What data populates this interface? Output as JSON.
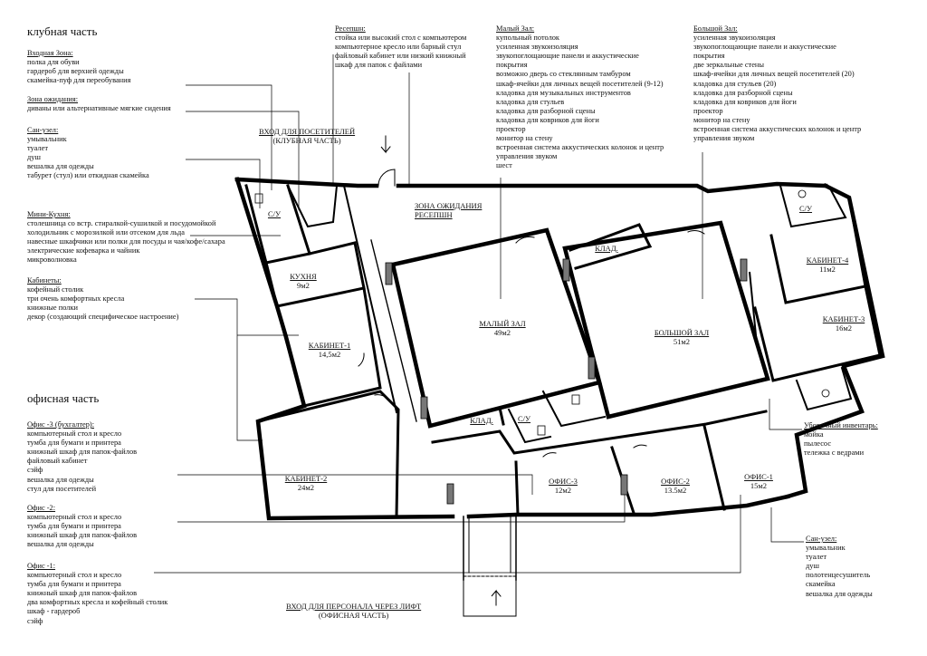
{
  "headings": {
    "club": "клубная часть",
    "office": "офисная часть"
  },
  "legend": {
    "entrance": {
      "title": "Входная Зона:",
      "items": [
        "полка для обуви",
        "гардероб для верхней одежды",
        "скамейка-пуф для переобувания"
      ]
    },
    "waiting": {
      "title": "Зона ожидания:",
      "items": [
        "диваны или альтернативные мягкие сидения"
      ]
    },
    "wc_club": {
      "title": "Сан-узел:",
      "items": [
        "умывальник",
        "туалет",
        "душ",
        "вешалка для одежды",
        "табурет (стул) или откидная скамейка"
      ]
    },
    "kitchen": {
      "title": "Мини-Кухня:",
      "items": [
        "столешница со встр. стиралкой-сушилкой и посудомойкой",
        "холодильник с морозилкой или отсеком для льда",
        "навесные шкафчики или полки для посуды и чая/кофе/сахара",
        "электрические кофеварка и чайник",
        "микроволновка"
      ]
    },
    "cabinets": {
      "title": "Кабинеты:",
      "items": [
        "кофейный столик",
        "три очень комфортных кресла",
        "книжные полки",
        "декор (создающий специфическое настроение)"
      ]
    },
    "office3": {
      "title": "Офис -3 (бухгалтер):",
      "items": [
        "компьютерный стол и кресло",
        "тумба для бумаги и принтера",
        "книжный шкаф для папок-файлов",
        "файловый кабинет",
        "сэйф",
        "вешалка для одежды",
        "стул для посетителей"
      ]
    },
    "office2": {
      "title": "Офис -2:",
      "items": [
        "компьютерный стол и кресло",
        "тумба для бумаги и принтера",
        "книжный шкаф для папок-файлов",
        "вешалка для одежды"
      ]
    },
    "office1": {
      "title": "Офис -1:",
      "items": [
        "компьютерный стол и кресло",
        "тумба для бумаги и принтера",
        "книжный шкаф для папок-файлов",
        "два комфортных кресла и кофейный столик",
        "шкаф - гардероб",
        "сэйф"
      ]
    },
    "reception": {
      "title": "Ресепшн:",
      "items": [
        "стойка или высокий стол с компьютером",
        "компьютерное кресло или барный стул",
        "файловый кабинет или низкий книжный",
        "шкаф для папок с файлами"
      ]
    },
    "small_hall": {
      "title": "Малый Зал:",
      "items": [
        "купольный потолок",
        "усиленная звукоизоляция",
        "звукопоглощающие панели и аккустические",
        "покрытия",
        "возможно дверь со стеклянным тамбуром",
        "шкаф-ячейки для личных вещей посетителей (9-12)",
        "кладовка для музыкальных инструментов",
        "кладовка для стульев",
        "кладовка для разборной сцены",
        "кладовка для ковриков для йоги",
        "проектор",
        "монитор на стену",
        "встроенная система аккустических колонок и центр",
        "управления звуком",
        "шест"
      ]
    },
    "big_hall": {
      "title": "Большой Зал:",
      "items": [
        "усиленная звукоизоляция",
        "звукопоглощающие панели и аккустические",
        "покрытия",
        "две зеркальные стены",
        "шкаф-ячейки для личных вещей посетителей (20)",
        "кладовка для стульев (20)",
        "кладовка для разборной сцены",
        "кладовка для ковриков для йоги",
        "проектор",
        "монитор на стену",
        "встроенная система аккустических колонок и центр",
        "управления звуком"
      ]
    },
    "cleaning": {
      "title": "Уборочный инвентарь:",
      "items": [
        "мойка",
        "пылесос",
        "тележка с ведрами"
      ]
    },
    "wc_office": {
      "title": "Сан-узел:",
      "items": [
        "умывальник",
        "туалет",
        "душ",
        "полотенцесушитель",
        "скамейка",
        "вешалка для одежды"
      ]
    }
  },
  "rooms": {
    "wc1": {
      "name": "С/У",
      "area": ""
    },
    "wc2": {
      "name": "С/У",
      "area": ""
    },
    "wc3": {
      "name": "С/У",
      "area": ""
    },
    "kitchen": {
      "name": "КУХНЯ",
      "area": "9м2"
    },
    "cab1": {
      "name": "КАБИНЕТ-1",
      "area": "14,5м2"
    },
    "cab2": {
      "name": "КАБИНЕТ-2",
      "area": "24м2"
    },
    "cab3": {
      "name": "КАБИНЕТ-3",
      "area": "16м2"
    },
    "cab4": {
      "name": "КАБИНЕТ-4",
      "area": "11м2"
    },
    "small_hall": {
      "name": "МАЛЫЙ ЗАЛ",
      "area": "49м2"
    },
    "big_hall": {
      "name": "БОЛЬШОЙ ЗАЛ",
      "area": "51м2"
    },
    "klad1": {
      "name": "КЛАД.",
      "area": ""
    },
    "klad2": {
      "name": "КЛАД.",
      "area": ""
    },
    "office3": {
      "name": "ОФИС-3",
      "area": "12м2"
    },
    "office2": {
      "name": "ОФИС-2",
      "area": "13.5м2"
    },
    "office1": {
      "name": "ОФИС-1",
      "area": "15м2"
    }
  },
  "notes": {
    "entry_visitors": "ВХОД ДЛЯ ПОСЕТИТЕЛЕЙ",
    "entry_visitors_sub": "(КЛУБНАЯ ЧАСТЬ)",
    "waiting_zone": "ЗОНА ОЖИДАНИЯ",
    "reception_zone": "РЕСЕПШН",
    "entry_staff": "ВХОД ДЛЯ ПЕРСОНАЛА ЧЕРЕЗ ЛИФТ",
    "entry_staff_sub": "(ОФИСНАЯ ЧАСТЬ)"
  }
}
